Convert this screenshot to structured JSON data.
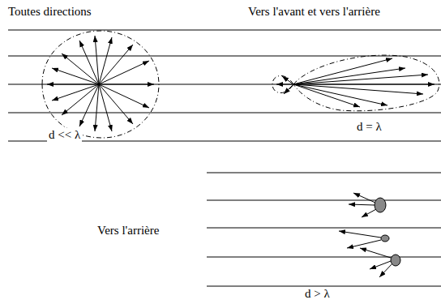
{
  "diagram": {
    "labels": [
      "Toutes directions",
      "Vers l'avant et vers l'arrière",
      "d << λ",
      "d = λ",
      "Vers l'arrière",
      "d > λ"
    ]
  }
}
